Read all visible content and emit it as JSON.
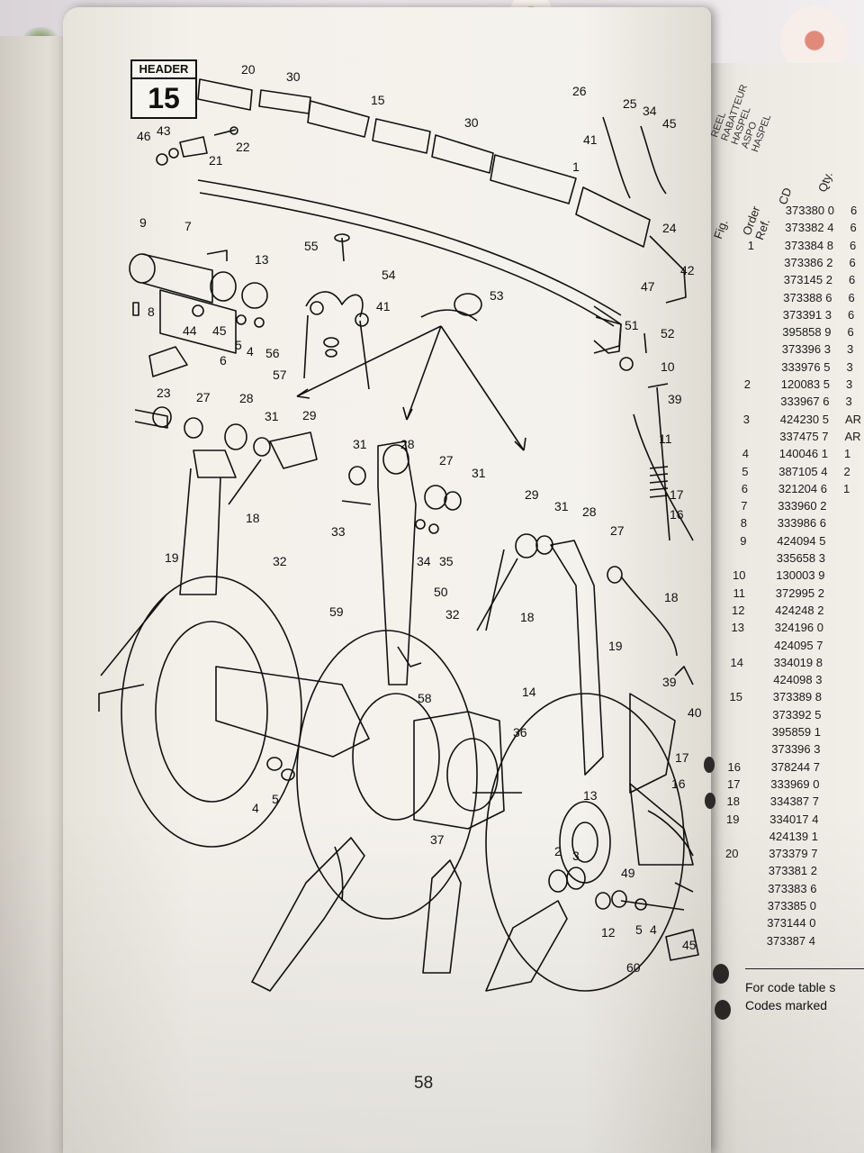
{
  "badge": {
    "label": "HEADER",
    "number": "15"
  },
  "page_number": "58",
  "callouts": [
    {
      "id": "c20",
      "text": "20"
    },
    {
      "id": "c30a",
      "text": "30"
    },
    {
      "id": "c15",
      "text": "15"
    },
    {
      "id": "c30b",
      "text": "30"
    },
    {
      "id": "c26",
      "text": "26"
    },
    {
      "id": "c25",
      "text": "25"
    },
    {
      "id": "c34a",
      "text": "34"
    },
    {
      "id": "c45a",
      "text": "45"
    },
    {
      "id": "c41a",
      "text": "41"
    },
    {
      "id": "c46",
      "text": "46"
    },
    {
      "id": "c43",
      "text": "43"
    },
    {
      "id": "c22",
      "text": "22"
    },
    {
      "id": "c21",
      "text": "21"
    },
    {
      "id": "c1",
      "text": "1"
    },
    {
      "id": "c24",
      "text": "24"
    },
    {
      "id": "c42",
      "text": "42"
    },
    {
      "id": "c47",
      "text": "47"
    },
    {
      "id": "c9",
      "text": "9"
    },
    {
      "id": "c7",
      "text": "7"
    },
    {
      "id": "c13a",
      "text": "13"
    },
    {
      "id": "c55",
      "text": "55"
    },
    {
      "id": "c54",
      "text": "54"
    },
    {
      "id": "c53",
      "text": "53"
    },
    {
      "id": "c41b",
      "text": "41"
    },
    {
      "id": "c8",
      "text": "8"
    },
    {
      "id": "c44",
      "text": "44"
    },
    {
      "id": "c45b",
      "text": "45"
    },
    {
      "id": "c5a",
      "text": "5"
    },
    {
      "id": "c4a",
      "text": "4"
    },
    {
      "id": "c6",
      "text": "6"
    },
    {
      "id": "c56",
      "text": "56"
    },
    {
      "id": "c57",
      "text": "57"
    },
    {
      "id": "c51",
      "text": "51"
    },
    {
      "id": "c52",
      "text": "52"
    },
    {
      "id": "c10",
      "text": "10"
    },
    {
      "id": "c39a",
      "text": "39"
    },
    {
      "id": "c23",
      "text": "23"
    },
    {
      "id": "c27a",
      "text": "27"
    },
    {
      "id": "c28a",
      "text": "28"
    },
    {
      "id": "c31a",
      "text": "31"
    },
    {
      "id": "c29a",
      "text": "29"
    },
    {
      "id": "c31b",
      "text": "31"
    },
    {
      "id": "c28b",
      "text": "28"
    },
    {
      "id": "c27b",
      "text": "27"
    },
    {
      "id": "c31c",
      "text": "31"
    },
    {
      "id": "c11",
      "text": "11"
    },
    {
      "id": "c17a",
      "text": "17"
    },
    {
      "id": "c16a",
      "text": "16"
    },
    {
      "id": "c18a",
      "text": "18"
    },
    {
      "id": "c33",
      "text": "33"
    },
    {
      "id": "c34b",
      "text": "34"
    },
    {
      "id": "c35",
      "text": "35"
    },
    {
      "id": "c29b",
      "text": "29"
    },
    {
      "id": "c31d",
      "text": "31"
    },
    {
      "id": "c28c",
      "text": "28"
    },
    {
      "id": "c27c",
      "text": "27"
    },
    {
      "id": "c19a",
      "text": "19"
    },
    {
      "id": "c32a",
      "text": "32"
    },
    {
      "id": "c50",
      "text": "50"
    },
    {
      "id": "c18b",
      "text": "18"
    },
    {
      "id": "c18c",
      "text": "18"
    },
    {
      "id": "c59",
      "text": "59"
    },
    {
      "id": "c32b",
      "text": "32"
    },
    {
      "id": "c19b",
      "text": "19"
    },
    {
      "id": "c58",
      "text": "58"
    },
    {
      "id": "c14",
      "text": "14"
    },
    {
      "id": "c39b",
      "text": "39"
    },
    {
      "id": "c40",
      "text": "40"
    },
    {
      "id": "c36",
      "text": "36"
    },
    {
      "id": "c17b",
      "text": "17"
    },
    {
      "id": "c16b",
      "text": "16"
    },
    {
      "id": "c4b",
      "text": "4"
    },
    {
      "id": "c5b",
      "text": "5"
    },
    {
      "id": "c13b",
      "text": "13"
    },
    {
      "id": "c37",
      "text": "37"
    },
    {
      "id": "c2",
      "text": "2"
    },
    {
      "id": "c3",
      "text": "3"
    },
    {
      "id": "c49",
      "text": "49"
    },
    {
      "id": "c12",
      "text": "12"
    },
    {
      "id": "c60",
      "text": "60"
    },
    {
      "id": "c5c",
      "text": "5"
    },
    {
      "id": "c4c",
      "text": "4"
    },
    {
      "id": "c45c",
      "text": "45"
    }
  ],
  "table": {
    "title_lines": [
      "REEL",
      "RABATTEUR",
      "HASPEL",
      "ASPO",
      "HASPEL"
    ],
    "headers": {
      "fig": "Fig.",
      "order": "Order Ref.",
      "cd": "CD",
      "qty": "Qty."
    },
    "rows": [
      {
        "fig": "",
        "order": "373380 0",
        "qty": "6"
      },
      {
        "fig": "",
        "order": "373382 4",
        "qty": "6"
      },
      {
        "fig": "1",
        "order": "373384 8",
        "qty": "6"
      },
      {
        "fig": "",
        "order": "373386 2",
        "qty": "6"
      },
      {
        "fig": "",
        "order": "373145 2",
        "qty": "6"
      },
      {
        "fig": "",
        "order": "373388 6",
        "qty": "6"
      },
      {
        "fig": "",
        "order": "373391 3",
        "qty": "6"
      },
      {
        "fig": "",
        "order": "395858 9",
        "qty": "6"
      },
      {
        "fig": "",
        "order": "373396 3",
        "qty": "3"
      },
      {
        "fig": "",
        "order": "333976 5",
        "qty": "3"
      },
      {
        "fig": "2",
        "order": "120083 5",
        "qty": "3"
      },
      {
        "fig": "",
        "order": "333967 6",
        "qty": "3"
      },
      {
        "fig": "3",
        "order": "424230 5",
        "qty": "AR"
      },
      {
        "fig": "",
        "order": "337475 7",
        "qty": "AR"
      },
      {
        "fig": "4",
        "order": "140046 1",
        "qty": "1"
      },
      {
        "fig": "5",
        "order": "387105 4",
        "qty": "2"
      },
      {
        "fig": "6",
        "order": "321204 6",
        "qty": "1"
      },
      {
        "fig": "7",
        "order": "333960 2",
        "qty": ""
      },
      {
        "fig": "8",
        "order": "333986 6",
        "qty": ""
      },
      {
        "fig": "9",
        "order": "424094 5",
        "qty": ""
      },
      {
        "fig": "",
        "order": "335658 3",
        "qty": ""
      },
      {
        "fig": "10",
        "order": "130003 9",
        "qty": ""
      },
      {
        "fig": "11",
        "order": "372995 2",
        "qty": ""
      },
      {
        "fig": "12",
        "order": "424248 2",
        "qty": ""
      },
      {
        "fig": "13",
        "order": "324196 0",
        "qty": ""
      },
      {
        "fig": "",
        "order": "424095 7",
        "qty": ""
      },
      {
        "fig": "14",
        "order": "334019 8",
        "qty": ""
      },
      {
        "fig": "",
        "order": "424098 3",
        "qty": ""
      },
      {
        "fig": "15",
        "order": "373389 8",
        "qty": ""
      },
      {
        "fig": "",
        "order": "373392 5",
        "qty": ""
      },
      {
        "fig": "",
        "order": "395859 1",
        "qty": ""
      },
      {
        "fig": "",
        "order": "373396 3",
        "qty": ""
      },
      {
        "fig": "16",
        "order": "378244 7",
        "qty": ""
      },
      {
        "fig": "17",
        "order": "333969 0",
        "qty": ""
      },
      {
        "fig": "18",
        "order": "334387 7",
        "qty": ""
      },
      {
        "fig": "19",
        "order": "334017 4",
        "qty": ""
      },
      {
        "fig": "",
        "order": "424139 1",
        "qty": ""
      },
      {
        "fig": "20",
        "order": "373379 7",
        "qty": ""
      },
      {
        "fig": "",
        "order": "373381 2",
        "qty": ""
      },
      {
        "fig": "",
        "order": "373383 6",
        "qty": ""
      },
      {
        "fig": "",
        "order": "373385 0",
        "qty": ""
      },
      {
        "fig": "",
        "order": "373144 0",
        "qty": ""
      },
      {
        "fig": "",
        "order": "373387 4",
        "qty": ""
      }
    ]
  },
  "footer_note": {
    "line1": "For code table s",
    "line2": "Codes marked"
  },
  "colors": {
    "ink": "#111111",
    "paper": "#f4f2ec",
    "background": "#8a8780"
  }
}
